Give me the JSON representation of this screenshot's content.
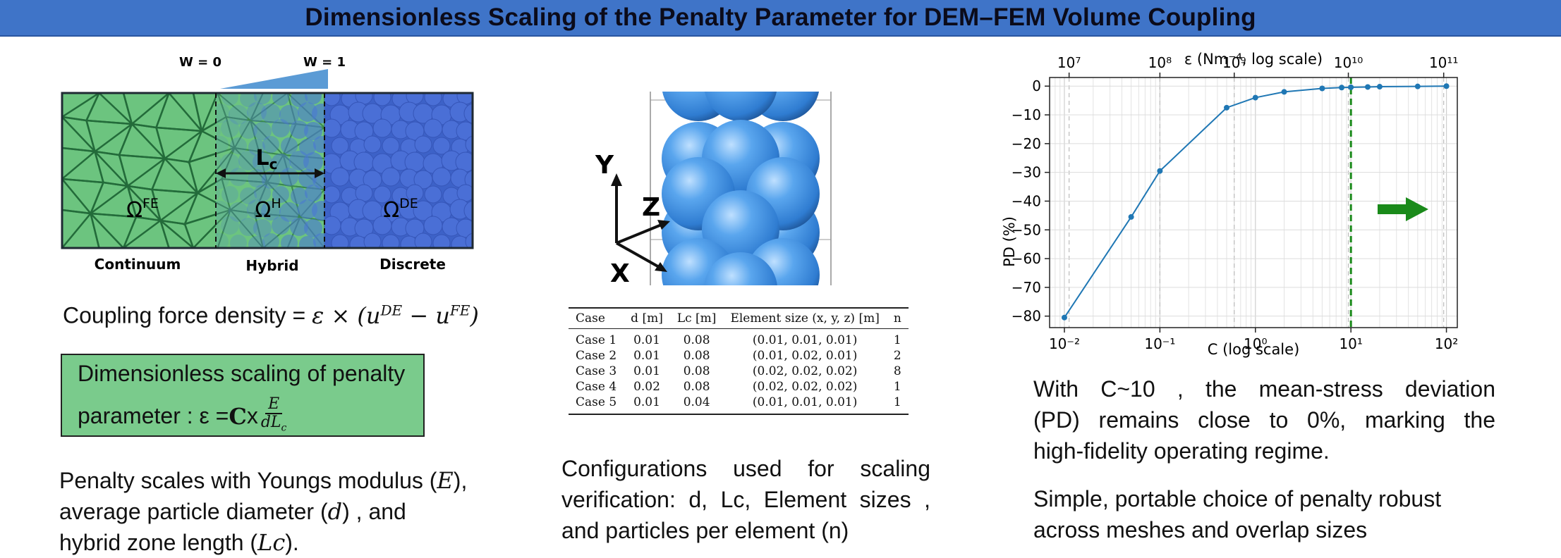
{
  "title": "Dimensionless Scaling of the Penalty Parameter for DEM–FEM Volume Coupling",
  "left_panel": {
    "w0": "W = 0",
    "w1": "W = 1",
    "lc_label": "L",
    "lc_sub": "c",
    "omega_fe": "Ω",
    "omega_fe_sup": "FE",
    "omega_h": "Ω",
    "omega_h_sup": "H",
    "omega_de": "Ω",
    "omega_de_sup": "DE",
    "continuum": "Continuum",
    "hybrid": "Hybrid",
    "discrete": "Discrete",
    "coupling_prefix": "Coupling force density = ",
    "coupling_eq": "ε × (u",
    "coupling_sup1": "DE",
    "coupling_minus": " − u",
    "coupling_sup2": "FE",
    "coupling_close": ")",
    "box_line1": "Dimensionless scaling of penalty",
    "box_line2_prefix": "parameter : ε = ",
    "box_c": "C",
    "box_x": " x ",
    "box_num": "E",
    "box_den": "dL",
    "box_den_sub": "c",
    "penalty_text_1": "Penalty scales with Youngs modulus (",
    "penalty_E": "E",
    "penalty_text_2": "),",
    "penalty_text_3": "average particle diameter (",
    "penalty_d": "d",
    "penalty_text_4": ") , and",
    "penalty_text_5": "hybrid zone length (",
    "penalty_Lc": "Lc",
    "penalty_text_6": ")."
  },
  "middle_panel": {
    "axis_y": "Y",
    "axis_z": "Z",
    "axis_x": "X",
    "table": {
      "headers": [
        "Case",
        "d [m]",
        "Lc [m]",
        "Element size (x, y, z) [m]",
        "n"
      ],
      "rows": [
        [
          "Case 1",
          "0.01",
          "0.08",
          "(0.01, 0.01, 0.01)",
          "1"
        ],
        [
          "Case 2",
          "0.01",
          "0.08",
          "(0.01, 0.02, 0.01)",
          "2"
        ],
        [
          "Case 3",
          "0.01",
          "0.08",
          "(0.02, 0.02, 0.02)",
          "8"
        ],
        [
          "Case 4",
          "0.02",
          "0.08",
          "(0.02, 0.02, 0.02)",
          "1"
        ],
        [
          "Case 5",
          "0.01",
          "0.04",
          "(0.01, 0.01, 0.01)",
          "1"
        ]
      ]
    },
    "config_line1": "Configurations used for scaling",
    "config_line2": "verification: d, Lc, Element sizes ,",
    "config_line3": "and particles per element (n)"
  },
  "right_panel": {
    "top_axis_label": "ε (Nm⁻⁴, log scale)",
    "top_ticks": [
      "10⁷",
      "10⁸",
      "10⁹",
      "10¹⁰",
      "10¹¹"
    ],
    "ylabel": "PD (%)",
    "xlabel": "C (log scale)",
    "y_ticks": [
      "0",
      "−10",
      "−20",
      "−30",
      "−40",
      "−50",
      "−60",
      "−70",
      "−80"
    ],
    "x_ticks": [
      "10⁻²",
      "10⁻¹",
      "10⁰",
      "10¹",
      "10²"
    ],
    "text1_line1": "With C~10 , the mean-stress deviation",
    "text1_line2": "(PD) remains close to 0%, marking the",
    "text1_line3": "high-fidelity operating regime.",
    "text2_line1": "Simple, portable choice of penalty robust",
    "text2_line2": "across meshes and overlap sizes"
  },
  "chart_data": {
    "type": "line",
    "xlabel": "C (log scale)",
    "ylabel": "PD (%)",
    "x_scale": "log",
    "xlim": [
      0.007,
      130
    ],
    "ylim": [
      -84,
      3
    ],
    "grid": true,
    "series_color": "#1f77b4",
    "threshold_x": 10,
    "threshold_color": "#1a8a1a",
    "x": [
      0.01,
      0.05,
      0.1,
      0.5,
      1,
      2,
      5,
      8,
      10,
      15,
      20,
      50,
      100
    ],
    "values": [
      -80.5,
      -45.5,
      -29.5,
      -7.5,
      -4,
      -2,
      -0.8,
      -0.5,
      -0.4,
      -0.3,
      -0.2,
      -0.1,
      0
    ]
  }
}
